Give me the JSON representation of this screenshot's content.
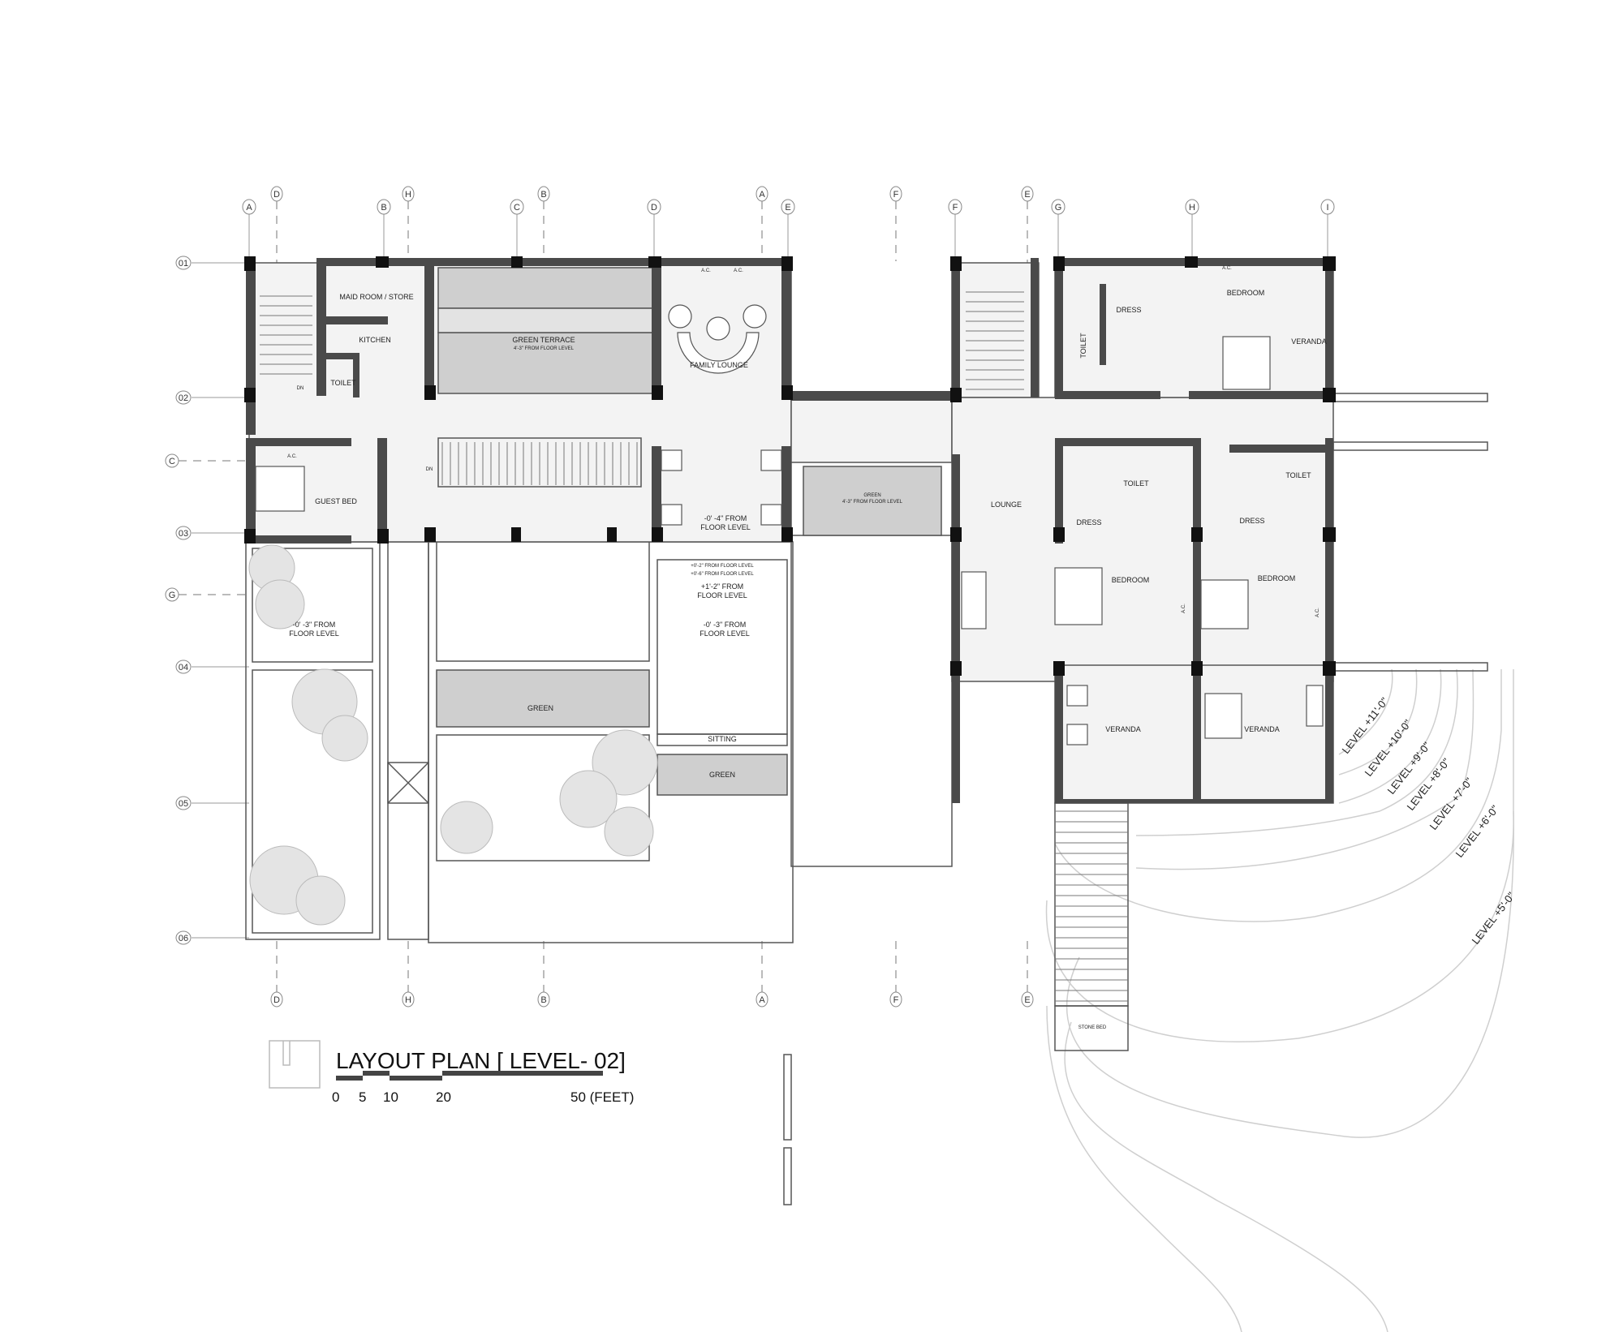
{
  "title": "LAYOUT PLAN [ LEVEL- 02]",
  "scale_bar": {
    "ticks": [
      "0",
      "5",
      "10",
      "20"
    ],
    "end": "50 (FEET)"
  },
  "grid_columns_top": [
    "A",
    "B",
    "C",
    "D",
    "E",
    "F",
    "G",
    "H",
    "I"
  ],
  "grid_columns_secondary": [
    "D",
    "H",
    "B",
    "A",
    "F",
    "E"
  ],
  "grid_rows": [
    "01",
    "02",
    "03",
    "04",
    "05",
    "06"
  ],
  "grid_rows_secondary": [
    "C",
    "G"
  ],
  "rooms": {
    "maid_room": "MAID ROOM / STORE",
    "kitchen": "KITCHEN",
    "toilet_1": "TOILET",
    "stair_dn_1": "DN",
    "green_terrace": "GREEN TERRACE",
    "green_terrace_level": "4'-3\" FROM FLOOR LEVEL",
    "family_lounge": "FAMILY LOUNGE",
    "ac_1": "A.C.",
    "ac_2": "A.C.",
    "guest_bed": "GUEST BED",
    "ac_guest": "A.C.",
    "stair_dn_2": "DN",
    "family_level_1": "-0' -4\" FROM",
    "family_level_2": "FLOOR LEVEL",
    "green_court": "GREEN",
    "green_court_level": "4'-3\" FROM FLOOR LEVEL",
    "lounge": "LOUNGE",
    "bed1_dress": "DRESS",
    "bed1_toilet": "TOILET",
    "bed1_bedroom": "BEDROOM",
    "bed1_veranda": "VERANDA",
    "bed1_ac": "A.C.",
    "bed2_dress": "DRESS",
    "bed2_toilet": "TOILET",
    "bed2_bedroom": "BEDROOM",
    "bed2_veranda": "VERANDA",
    "bed2_ac": "A.C.",
    "master_dress": "DRESS",
    "master_toilet": "TOILET",
    "master_bedroom": "BEDROOM",
    "master_veranda": "VERANDA",
    "master_ac": "A.C.",
    "court_left_1": "-0' -3\" FROM",
    "court_left_2": "FLOOR LEVEL",
    "court_mid_a": "+0'-2\" FROM FLOOR LEVEL",
    "court_mid_b": "+0'-6\" FROM FLOOR LEVEL",
    "court_mid_c1": "+1'-2\" FROM",
    "court_mid_c2": "FLOOR LEVEL",
    "court_mid_d1": "-0' -3\" FROM",
    "court_mid_d2": "FLOOR LEVEL",
    "green_1": "GREEN",
    "sitting": "SITTING",
    "green_2": "GREEN",
    "stone_bed": "STONE BED"
  },
  "contour_levels": [
    "LEVEL +11'-0\"",
    "LEVEL +10'-0\"",
    "LEVEL +9'-0\"",
    "LEVEL +8'-0\"",
    "LEVEL +7'-0\"",
    "LEVEL +6'-0\"",
    "LEVEL +5'-0\""
  ],
  "colors": {
    "wall": "#4a4a4a",
    "column": "#111111",
    "floor": "#f3f3f3",
    "green": "#cfcfcf",
    "contour": "#cfcfcf"
  }
}
